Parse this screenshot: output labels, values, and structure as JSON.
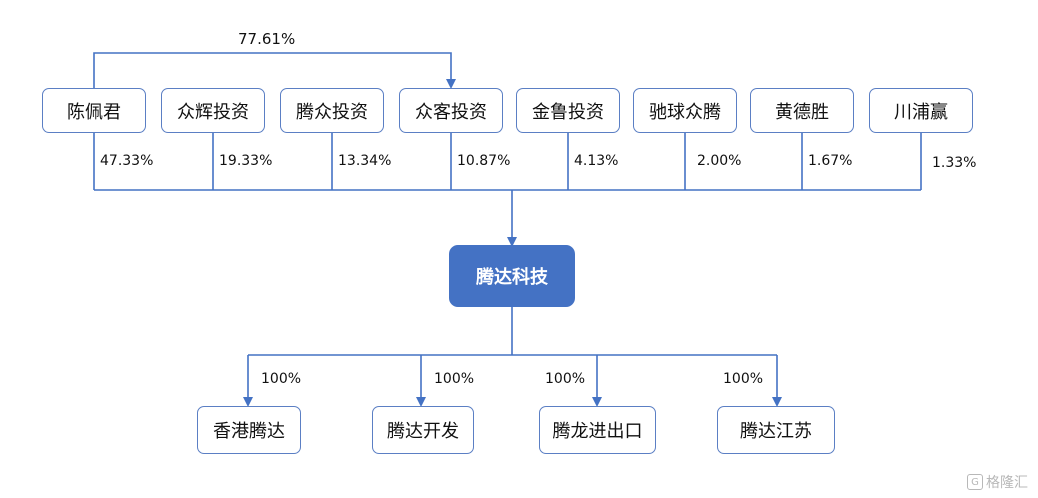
{
  "colors": {
    "line": "#4472c4",
    "box_border": "#5b7fc4",
    "center_fill": "#4472c4"
  },
  "center": {
    "label": "腾达科技"
  },
  "shareholders": [
    {
      "label": "陈佩君",
      "pct": "47.33%"
    },
    {
      "label": "众辉投资",
      "pct": "19.33%"
    },
    {
      "label": "腾众投资",
      "pct": "13.34%"
    },
    {
      "label": "众客投资",
      "pct": "10.87%"
    },
    {
      "label": "金鲁投资",
      "pct": "4.13%"
    },
    {
      "label": "驰球众腾",
      "pct": "2.00%"
    },
    {
      "label": "黄德胜",
      "pct": "1.67%"
    },
    {
      "label": "川浦赢",
      "pct": "1.33%"
    }
  ],
  "top_link": {
    "pct": "77.61%"
  },
  "subsidiaries": [
    {
      "label": "香港腾达",
      "pct": "100%"
    },
    {
      "label": "腾达开发",
      "pct": "100%"
    },
    {
      "label": "腾龙进出口",
      "pct": "100%"
    },
    {
      "label": "腾达江苏",
      "pct": "100%"
    }
  ],
  "watermark": {
    "text": "格隆汇",
    "icon": "g-logo-icon"
  }
}
